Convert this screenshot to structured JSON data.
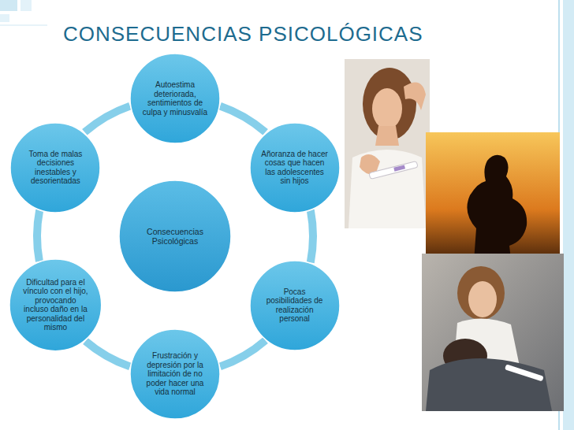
{
  "diagram": {
    "title": "CONSECUENCIAS PSICOLÓGICAS",
    "nodes": [
      {
        "text": [
          "Autoestima deteriorada, sentimientos de culpa y minusvalía"
        ]
      },
      {
        "text": [
          "Añoranza de hacer cosas que hacen las adolescentes sin hijos"
        ]
      },
      {
        "text": [
          "Pocas posibilidades de realización personal"
        ]
      },
      {
        "text": [
          "Frustración y depresión por la limitación de no poder hacer una vida normal"
        ]
      },
      {
        "text": [
          "Dificultad para el vínculo con el hijo, provocando incluso daño en la personalidad del mismo"
        ]
      },
      {
        "text": [
          "Toma de malas decisiones inestables y desorientadas"
        ]
      },
      {
        "text": [
          "Consecuencias Psicológicas"
        ]
      }
    ],
    "edges": [
      {
        "from": 0,
        "to": 1,
        "arrow": "none"
      },
      {
        "from": 1,
        "to": 2,
        "arrow": "none"
      },
      {
        "from": 2,
        "to": 3,
        "arrow": "none"
      },
      {
        "from": 3,
        "to": 4,
        "arrow": "none"
      },
      {
        "from": 4,
        "to": 5,
        "arrow": "none"
      },
      {
        "from": 5,
        "to": 0,
        "arrow": "none"
      }
    ]
  }
}
